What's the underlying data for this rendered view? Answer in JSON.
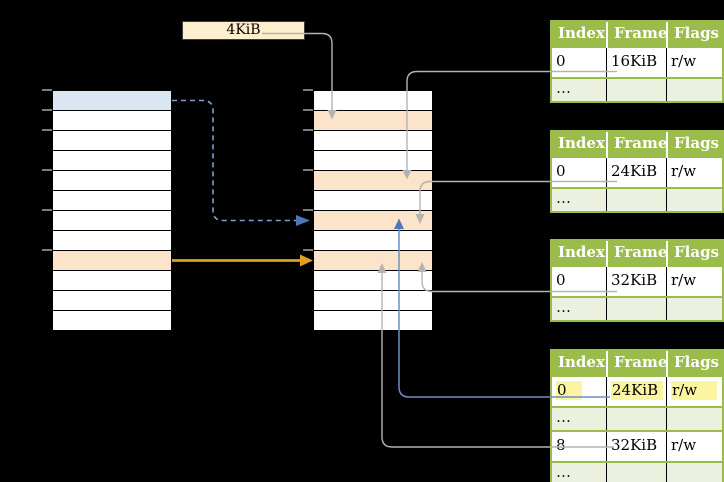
{
  "page_size_label": "4KiB",
  "virtual_memory": {
    "rows": 12,
    "blue_row": 0,
    "orange_row": 8
  },
  "physical_memory": {
    "rows": 12,
    "orange_rows": [
      1,
      4,
      6,
      8
    ]
  },
  "tick_rows": [
    0,
    1,
    2,
    4,
    6,
    8
  ],
  "page_tables": [
    {
      "headers": [
        "Index",
        "Frame",
        "Flags"
      ],
      "rows": [
        [
          "0",
          "16KiB",
          "r/w"
        ],
        [
          "…",
          "",
          ""
        ]
      ]
    },
    {
      "headers": [
        "Index",
        "Frame",
        "Flags"
      ],
      "rows": [
        [
          "0",
          "24KiB",
          "r/w"
        ],
        [
          "…",
          "",
          ""
        ]
      ]
    },
    {
      "headers": [
        "Index",
        "Frame",
        "Flags"
      ],
      "rows": [
        [
          "0",
          "32KiB",
          "r/w"
        ],
        [
          "…",
          "",
          ""
        ]
      ]
    },
    {
      "headers": [
        "Index",
        "Frame",
        "Flags"
      ],
      "rows": [
        [
          "0",
          "24KiB",
          "r/w"
        ],
        [
          "…",
          "",
          ""
        ],
        [
          "8",
          "32KiB",
          "r/w"
        ],
        [
          "…",
          "",
          ""
        ]
      ],
      "highlighted_row": 0
    }
  ],
  "colors": {
    "header_green": "#9bbb4a",
    "row_light_green": "#ebf1de",
    "orange_fill": "#fce4ca",
    "blue_fill": "#dce6f2",
    "cream_fill": "#fdeecd",
    "highlight_yellow": "#fbf4a0",
    "gray_line": "#b3b3b3",
    "tick_gray": "#a6a6a6",
    "blue_line": "#6b8fc4",
    "dashed_blue": "#7d9fd3",
    "blue_arrowhead": "#4d77bb",
    "orange_arrow": "#dfa01a"
  }
}
